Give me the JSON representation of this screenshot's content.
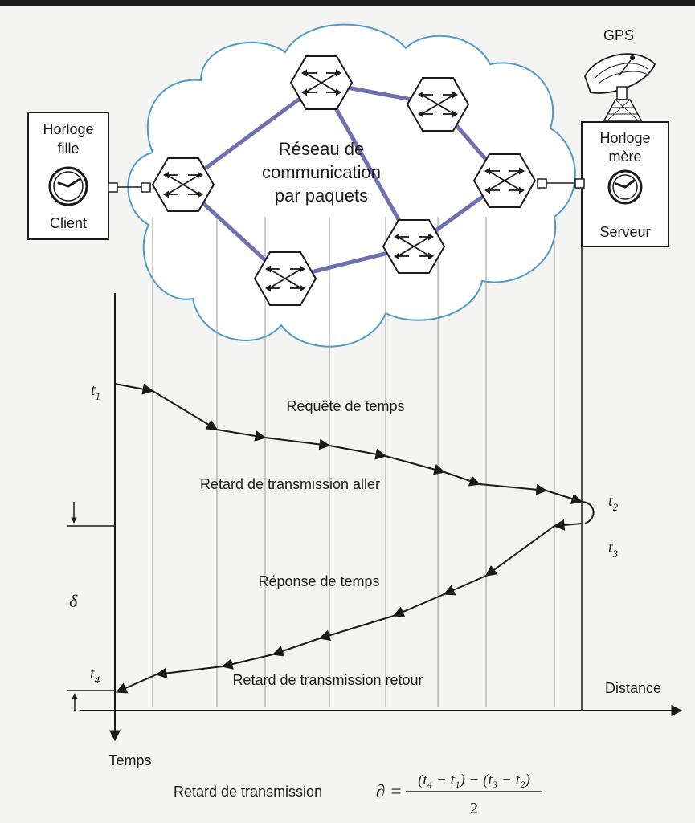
{
  "labels": {
    "gps": "GPS",
    "client_clock_line1": "Horloge",
    "client_clock_line2": "fille",
    "client": "Client",
    "server_clock_line1": "Horloge",
    "server_clock_line2": "mère",
    "server": "Serveur",
    "network_line1": "Réseau de",
    "network_line2": "communication",
    "network_line3": "par paquets",
    "request": "Requête de temps",
    "forward_delay": "Retard de transmission aller",
    "response": "Réponse de temps",
    "return_delay": "Retard de transmission retour",
    "distance_axis": "Distance",
    "time_axis": "Temps",
    "delay_label": "Retard de transmission",
    "delta": "δ"
  },
  "time_marks": {
    "t1": {
      "base": "t",
      "sub": "1"
    },
    "t2": {
      "base": "t",
      "sub": "2"
    },
    "t3": {
      "base": "t",
      "sub": "3"
    },
    "t4": {
      "base": "t",
      "sub": "4"
    }
  },
  "formula": {
    "lhs": "∂ =",
    "numerator": "(t₄ − t₁) − (t₃ − t₂)",
    "denominator": "2"
  },
  "colors": {
    "cloud_stroke": "#4f9ac8",
    "network_link": "#6f70b0",
    "ink": "#1a1a1a",
    "vline": "#9a9a9a"
  }
}
